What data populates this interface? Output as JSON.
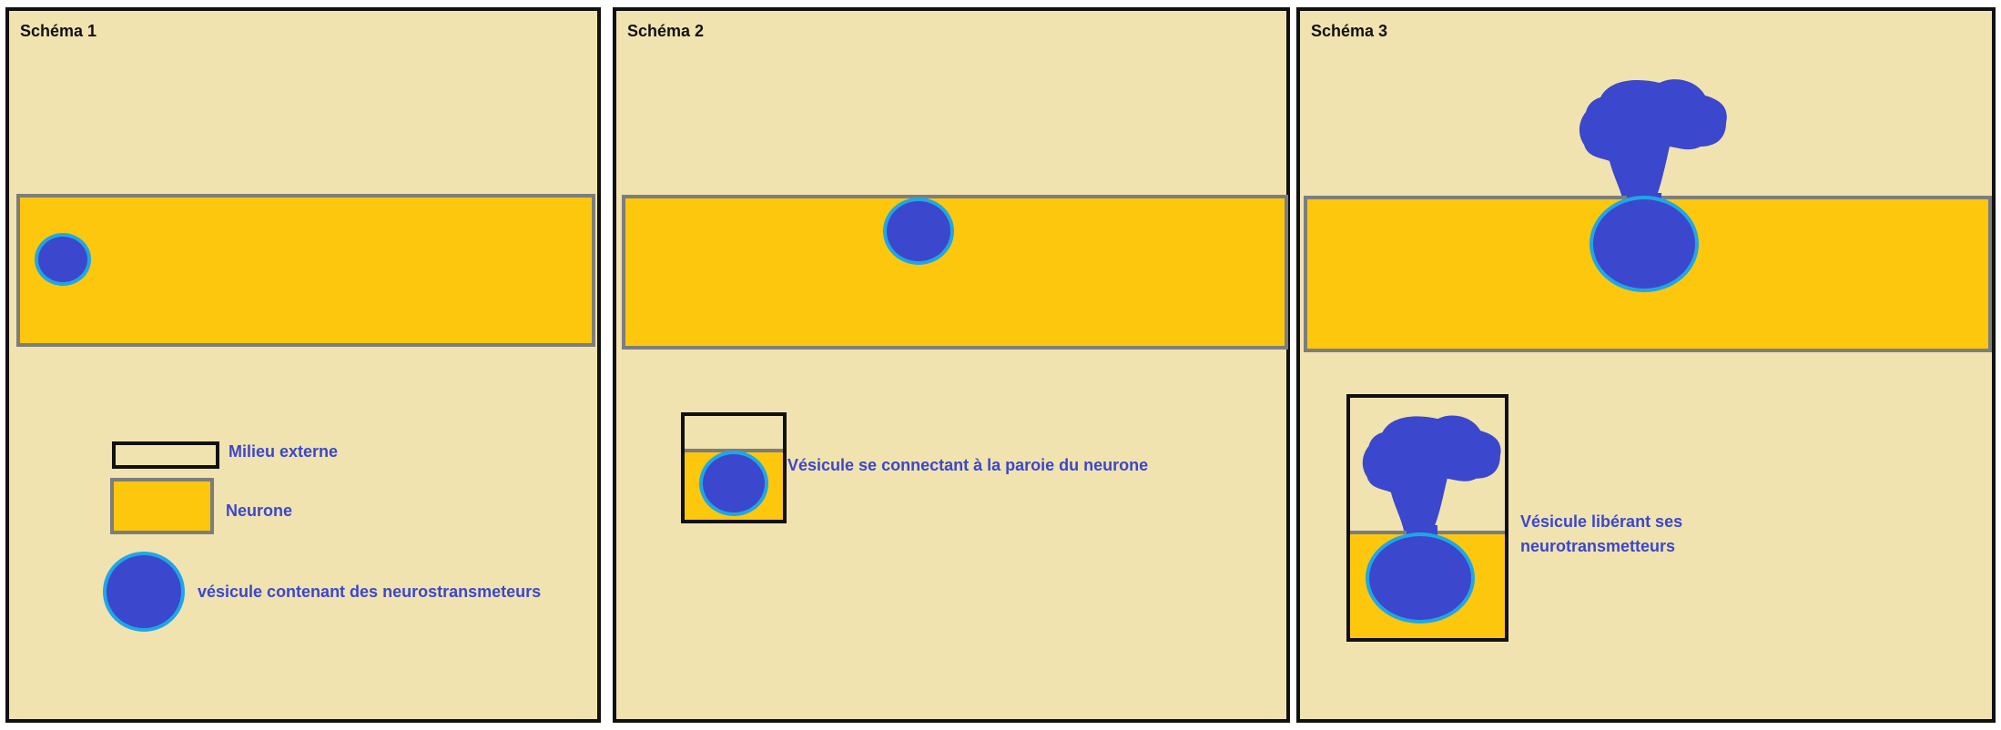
{
  "panels": [
    {
      "title": "Schéma 1"
    },
    {
      "title": "Schéma 2"
    },
    {
      "title": "Schéma 3"
    }
  ],
  "legend": {
    "external": "Milieu externe",
    "neuron": "Neurone",
    "vesicle": "vésicule contenant des  neurostransmeteurs"
  },
  "schema2": {
    "caption": "Vésicule se connectant à la paroie du neurone"
  },
  "schema3": {
    "caption_line1": "Vésicule libérant ses",
    "caption_line2": "neurotransmetteurs"
  },
  "colors": {
    "background": "#f0e3b0",
    "neuron": "#fcc70d",
    "neuron_border": "#7d7d7d",
    "vesicle": "#3b47cc",
    "vesicle_border": "#1ea7e6",
    "text": "#3b47cc"
  }
}
